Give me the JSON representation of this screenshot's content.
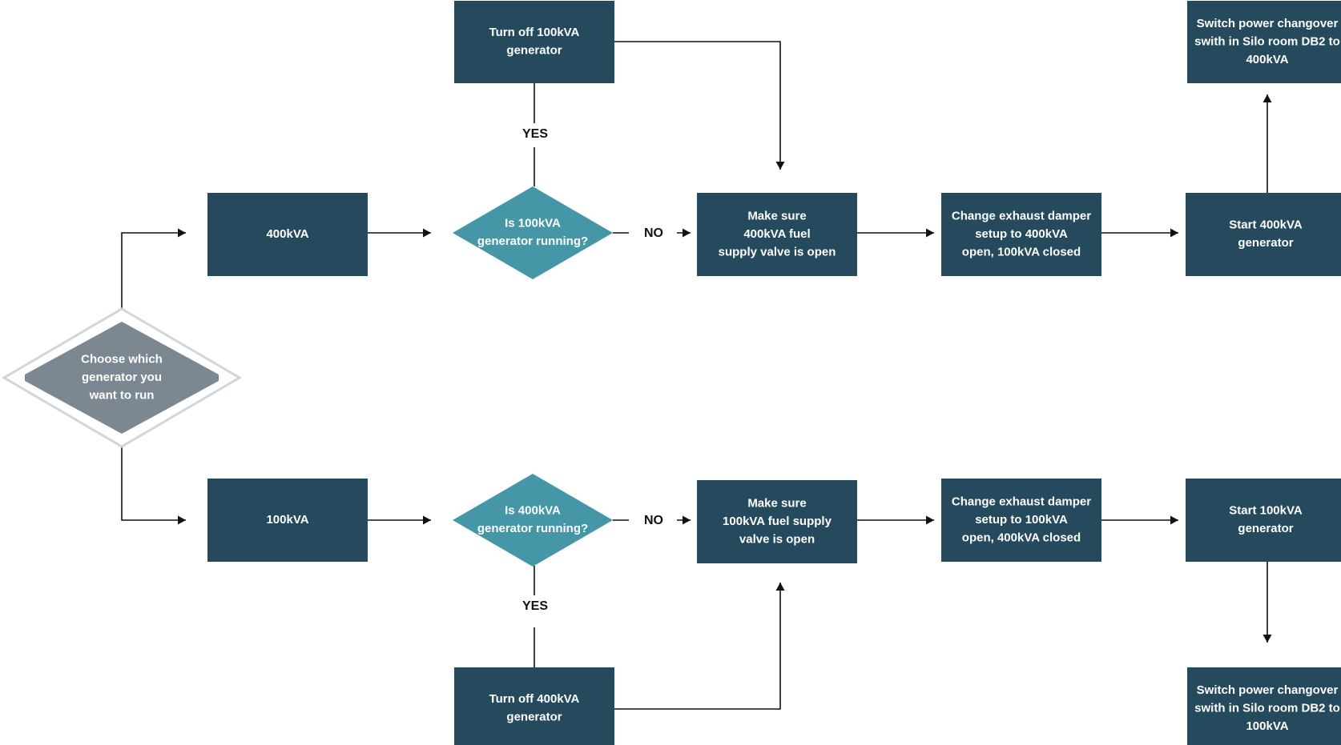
{
  "colors": {
    "box": "#254a5e",
    "decision": "#4597a8",
    "start": "#7c8891",
    "connector": "#111111",
    "text": "#ffffff",
    "label": "#111111"
  },
  "nodes": {
    "choose": {
      "shape": "diamond",
      "lines": [
        "Choose which",
        "generator you",
        "want to run"
      ]
    },
    "opt_400": {
      "shape": "box",
      "lines": [
        "400kVA"
      ]
    },
    "opt_100": {
      "shape": "box",
      "lines": [
        "100kVA"
      ]
    },
    "q_100_running": {
      "shape": "diamond",
      "lines": [
        "Is 100kVA",
        "generator running?"
      ]
    },
    "q_400_running": {
      "shape": "diamond",
      "lines": [
        "Is 400kVA",
        "generator running?"
      ]
    },
    "off_100": {
      "shape": "box",
      "lines": [
        "Turn off 100kVA",
        "generator"
      ]
    },
    "off_400": {
      "shape": "box",
      "lines": [
        "Turn off 400kVA",
        "generator"
      ]
    },
    "valve_400": {
      "shape": "box",
      "lines": [
        "Make sure",
        "400kVA fuel",
        "supply valve is open"
      ]
    },
    "valve_100": {
      "shape": "box",
      "lines": [
        "Make sure",
        "100kVA fuel supply",
        "valve is open"
      ]
    },
    "damper_400": {
      "shape": "box",
      "lines": [
        "Change exhaust damper",
        "setup to 400kVA",
        "open, 100kVA closed"
      ]
    },
    "damper_100": {
      "shape": "box",
      "lines": [
        "Change exhaust damper",
        "setup to 100kVA",
        "open, 400kVA closed"
      ]
    },
    "start_400": {
      "shape": "box",
      "lines": [
        "Start 400kVA",
        "generator"
      ]
    },
    "start_100": {
      "shape": "box",
      "lines": [
        "Start 100kVA",
        "generator"
      ]
    },
    "switch_400": {
      "shape": "box",
      "lines": [
        "Switch power changover",
        "swith in Silo room DB2 to",
        "400kVA"
      ]
    },
    "switch_100": {
      "shape": "box",
      "lines": [
        "Switch power changover",
        "swith in Silo room DB2 to",
        "100kVA"
      ]
    }
  },
  "edges": [
    {
      "from": "choose",
      "to": "opt_400",
      "label": ""
    },
    {
      "from": "choose",
      "to": "opt_100",
      "label": ""
    },
    {
      "from": "opt_400",
      "to": "q_100_running",
      "label": ""
    },
    {
      "from": "opt_100",
      "to": "q_400_running",
      "label": ""
    },
    {
      "from": "q_100_running",
      "to": "off_100",
      "label": "YES"
    },
    {
      "from": "q_100_running",
      "to": "valve_400",
      "label": "NO"
    },
    {
      "from": "off_100",
      "to": "valve_400",
      "label": ""
    },
    {
      "from": "q_400_running",
      "to": "off_400",
      "label": "YES"
    },
    {
      "from": "q_400_running",
      "to": "valve_100",
      "label": "NO"
    },
    {
      "from": "off_400",
      "to": "valve_100",
      "label": ""
    },
    {
      "from": "valve_400",
      "to": "damper_400",
      "label": ""
    },
    {
      "from": "damper_400",
      "to": "start_400",
      "label": ""
    },
    {
      "from": "start_400",
      "to": "switch_400",
      "label": ""
    },
    {
      "from": "valve_100",
      "to": "damper_100",
      "label": ""
    },
    {
      "from": "damper_100",
      "to": "start_100",
      "label": ""
    },
    {
      "from": "start_100",
      "to": "switch_100",
      "label": ""
    }
  ]
}
